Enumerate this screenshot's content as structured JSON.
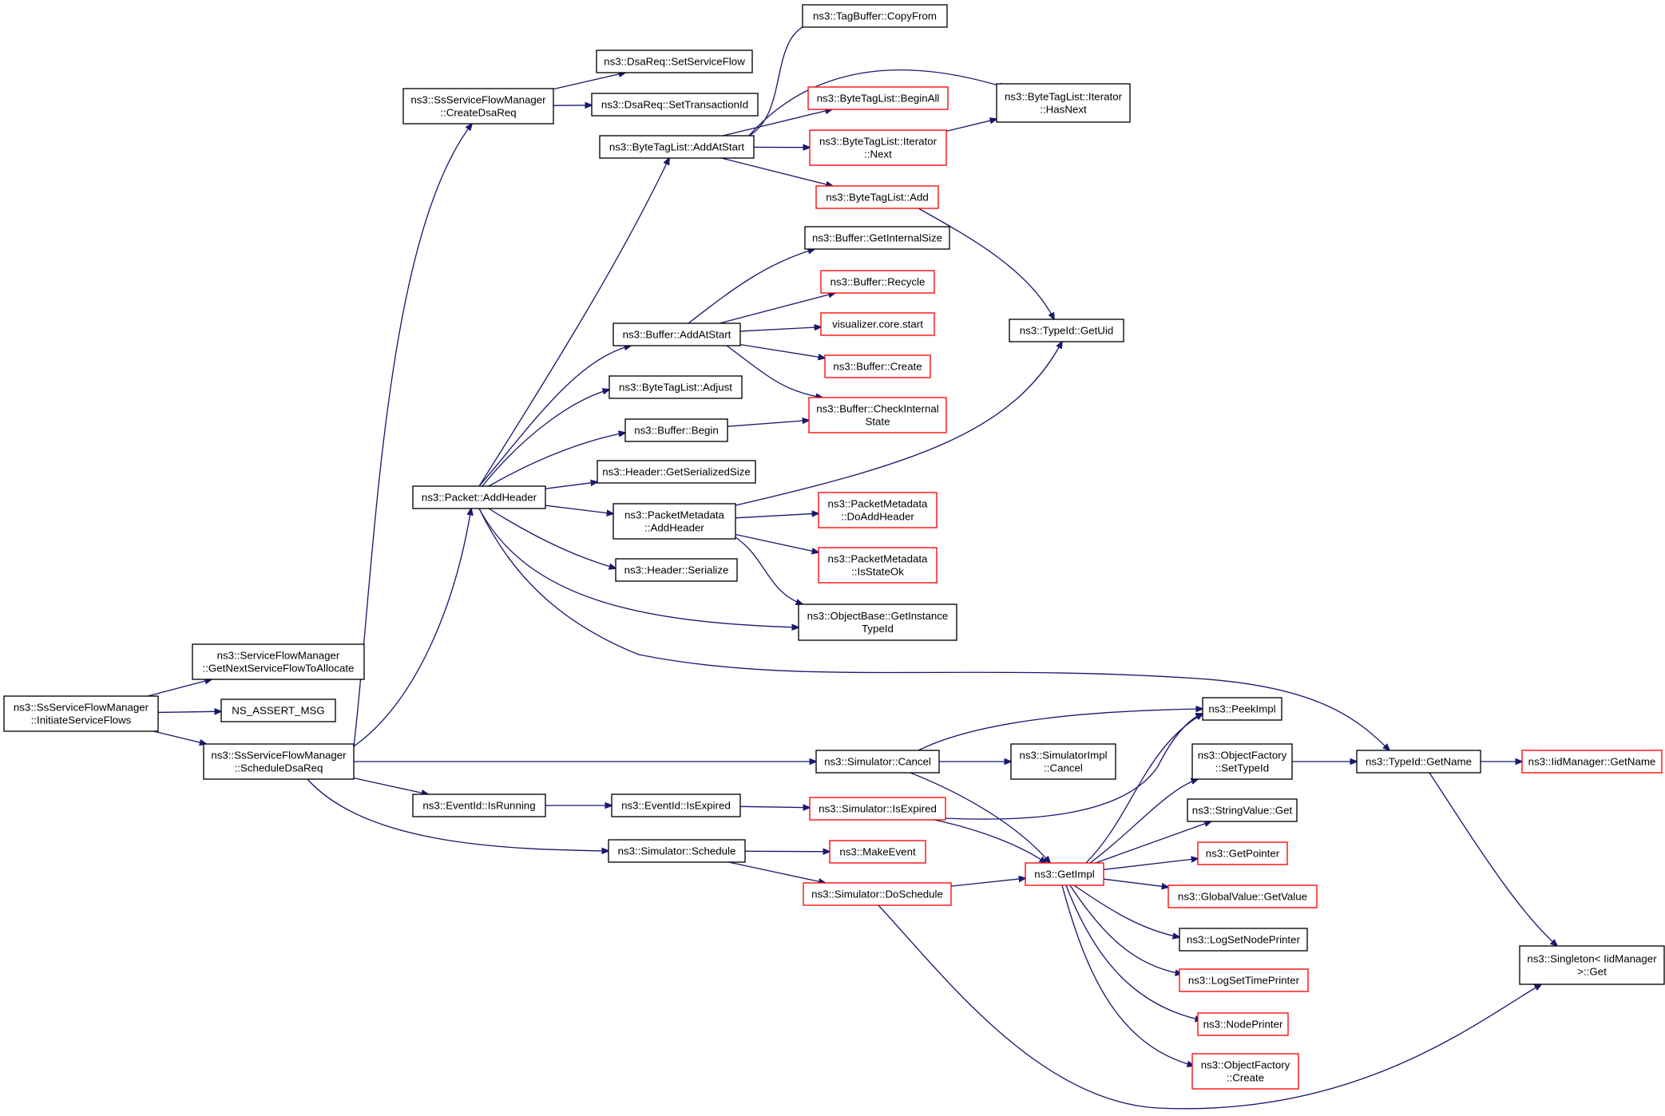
{
  "diagram": {
    "type": "call-graph",
    "colors": {
      "edge": "#191970",
      "box_stroke_normal": "#000000",
      "box_stroke_truncated": "#ff0000",
      "root_fill": "#bfbfbf",
      "text": "#000000"
    },
    "nodes": [
      {
        "id": "root",
        "lines": [
          "ns3::SsServiceFlowManager",
          "::InitiateServiceFlows"
        ],
        "style": "root"
      },
      {
        "id": "getnext",
        "lines": [
          "ns3::ServiceFlowManager",
          "::GetNextServiceFlowToAllocate"
        ],
        "style": "normal"
      },
      {
        "id": "nsassert",
        "lines": [
          "NS_ASSERT_MSG"
        ],
        "style": "normal"
      },
      {
        "id": "scheddsa",
        "lines": [
          "ns3::SsServiceFlowManager",
          "::ScheduleDsaReq"
        ],
        "style": "normal"
      },
      {
        "id": "createdsa",
        "lines": [
          "ns3::SsServiceFlowManager",
          "::CreateDsaReq"
        ],
        "style": "normal"
      },
      {
        "id": "setsf",
        "lines": [
          "ns3::DsaReq::SetServiceFlow"
        ],
        "style": "normal"
      },
      {
        "id": "settid",
        "lines": [
          "ns3::DsaReq::SetTransactionId"
        ],
        "style": "normal"
      },
      {
        "id": "addheader",
        "lines": [
          "ns3::Packet::AddHeader"
        ],
        "style": "normal"
      },
      {
        "id": "btl_addatstart",
        "lines": [
          "ns3::ByteTagList::AddAtStart"
        ],
        "style": "normal"
      },
      {
        "id": "tb_copyfrom",
        "lines": [
          "ns3::TagBuffer::CopyFrom"
        ],
        "style": "normal"
      },
      {
        "id": "btl_beginall",
        "lines": [
          "ns3::ByteTagList::BeginAll"
        ],
        "style": "truncated"
      },
      {
        "id": "btl_it_next",
        "lines": [
          "ns3::ByteTagList::Iterator",
          "::Next"
        ],
        "style": "truncated"
      },
      {
        "id": "btl_it_hasnext",
        "lines": [
          "ns3::ByteTagList::Iterator",
          "::HasNext"
        ],
        "style": "normal"
      },
      {
        "id": "btl_add",
        "lines": [
          "ns3::ByteTagList::Add"
        ],
        "style": "truncated"
      },
      {
        "id": "buf_getinternal",
        "lines": [
          "ns3::Buffer::GetInternalSize"
        ],
        "style": "normal"
      },
      {
        "id": "buf_recycle",
        "lines": [
          "ns3::Buffer::Recycle"
        ],
        "style": "truncated"
      },
      {
        "id": "viz_start",
        "lines": [
          "visualizer.core.start"
        ],
        "style": "truncated"
      },
      {
        "id": "buf_create",
        "lines": [
          "ns3::Buffer::Create"
        ],
        "style": "truncated"
      },
      {
        "id": "buf_check",
        "lines": [
          "ns3::Buffer::CheckInternal",
          "State"
        ],
        "style": "truncated"
      },
      {
        "id": "buf_addatstart",
        "lines": [
          "ns3::Buffer::AddAtStart"
        ],
        "style": "normal"
      },
      {
        "id": "btl_adjust",
        "lines": [
          "ns3::ByteTagList::Adjust"
        ],
        "style": "normal"
      },
      {
        "id": "buf_begin",
        "lines": [
          "ns3::Buffer::Begin"
        ],
        "style": "normal"
      },
      {
        "id": "hdr_getsize",
        "lines": [
          "ns3::Header::GetSerializedSize"
        ],
        "style": "normal"
      },
      {
        "id": "pm_addheader",
        "lines": [
          "ns3::PacketMetadata",
          "::AddHeader"
        ],
        "style": "normal"
      },
      {
        "id": "hdr_serialize",
        "lines": [
          "ns3::Header::Serialize"
        ],
        "style": "normal"
      },
      {
        "id": "pm_doadd",
        "lines": [
          "ns3::PacketMetadata",
          "::DoAddHeader"
        ],
        "style": "truncated"
      },
      {
        "id": "pm_isstateok",
        "lines": [
          "ns3::PacketMetadata",
          "::IsStateOk"
        ],
        "style": "truncated"
      },
      {
        "id": "ob_getinst",
        "lines": [
          "ns3::ObjectBase::GetInstance",
          "TypeId"
        ],
        "style": "normal"
      },
      {
        "id": "typeid_getuid",
        "lines": [
          "ns3::TypeId::GetUid"
        ],
        "style": "normal"
      },
      {
        "id": "typeid_getname",
        "lines": [
          "ns3::TypeId::GetName"
        ],
        "style": "normal"
      },
      {
        "id": "iid_getname",
        "lines": [
          "ns3::IidManager::GetName"
        ],
        "style": "truncated"
      },
      {
        "id": "singleton_get",
        "lines": [
          "ns3::Singleton< IidManager",
          " >::Get"
        ],
        "style": "normal"
      },
      {
        "id": "sim_cancel",
        "lines": [
          "ns3::Simulator::Cancel"
        ],
        "style": "normal"
      },
      {
        "id": "simimpl_cancel",
        "lines": [
          "ns3::SimulatorImpl",
          "::Cancel"
        ],
        "style": "normal"
      },
      {
        "id": "peekimpl",
        "lines": [
          "ns3::PeekImpl"
        ],
        "style": "normal"
      },
      {
        "id": "of_settypeid",
        "lines": [
          "ns3::ObjectFactory",
          "::SetTypeId"
        ],
        "style": "normal"
      },
      {
        "id": "eid_isrunning",
        "lines": [
          "ns3::EventId::IsRunning"
        ],
        "style": "normal"
      },
      {
        "id": "eid_isexpired",
        "lines": [
          "ns3::EventId::IsExpired"
        ],
        "style": "normal"
      },
      {
        "id": "sim_isexpired",
        "lines": [
          "ns3::Simulator::IsExpired"
        ],
        "style": "truncated"
      },
      {
        "id": "strval_get",
        "lines": [
          "ns3::StringValue::Get"
        ],
        "style": "normal"
      },
      {
        "id": "sim_schedule",
        "lines": [
          "ns3::Simulator::Schedule"
        ],
        "style": "normal"
      },
      {
        "id": "makeevent",
        "lines": [
          "ns3::MakeEvent"
        ],
        "style": "truncated"
      },
      {
        "id": "getpointer",
        "lines": [
          "ns3::GetPointer"
        ],
        "style": "truncated"
      },
      {
        "id": "getimpl",
        "lines": [
          "ns3::GetImpl"
        ],
        "style": "truncated"
      },
      {
        "id": "sim_doschedule",
        "lines": [
          "ns3::Simulator::DoSchedule"
        ],
        "style": "truncated"
      },
      {
        "id": "gv_getvalue",
        "lines": [
          "ns3::GlobalValue::GetValue"
        ],
        "style": "truncated"
      },
      {
        "id": "logsetnode",
        "lines": [
          "ns3::LogSetNodePrinter"
        ],
        "style": "normal"
      },
      {
        "id": "logsettime",
        "lines": [
          "ns3::LogSetTimePrinter"
        ],
        "style": "truncated"
      },
      {
        "id": "nodeprinter",
        "lines": [
          "ns3::NodePrinter"
        ],
        "style": "truncated"
      },
      {
        "id": "of_create",
        "lines": [
          "ns3::ObjectFactory",
          "::Create"
        ],
        "style": "truncated"
      }
    ],
    "edges": [
      {
        "from": "root",
        "to": "getnext"
      },
      {
        "from": "root",
        "to": "nsassert"
      },
      {
        "from": "root",
        "to": "scheddsa"
      },
      {
        "from": "scheddsa",
        "to": "createdsa"
      },
      {
        "from": "scheddsa",
        "to": "addheader"
      },
      {
        "from": "scheddsa",
        "to": "sim_cancel"
      },
      {
        "from": "scheddsa",
        "to": "eid_isrunning"
      },
      {
        "from": "scheddsa",
        "to": "sim_schedule"
      },
      {
        "from": "createdsa",
        "to": "setsf"
      },
      {
        "from": "createdsa",
        "to": "settid"
      },
      {
        "from": "addheader",
        "to": "btl_addatstart"
      },
      {
        "from": "addheader",
        "to": "buf_addatstart"
      },
      {
        "from": "addheader",
        "to": "btl_adjust"
      },
      {
        "from": "addheader",
        "to": "buf_begin"
      },
      {
        "from": "addheader",
        "to": "hdr_getsize"
      },
      {
        "from": "addheader",
        "to": "pm_addheader"
      },
      {
        "from": "addheader",
        "to": "hdr_serialize"
      },
      {
        "from": "addheader",
        "to": "ob_getinst"
      },
      {
        "from": "addheader",
        "to": "typeid_getname"
      },
      {
        "from": "btl_addatstart",
        "to": "tb_copyfrom"
      },
      {
        "from": "btl_addatstart",
        "to": "btl_it_hasnext"
      },
      {
        "from": "btl_addatstart",
        "to": "btl_beginall"
      },
      {
        "from": "btl_addatstart",
        "to": "btl_it_next"
      },
      {
        "from": "btl_addatstart",
        "to": "btl_add"
      },
      {
        "from": "btl_it_next",
        "to": "btl_it_hasnext"
      },
      {
        "from": "btl_add",
        "to": "typeid_getuid"
      },
      {
        "from": "buf_addatstart",
        "to": "buf_getinternal"
      },
      {
        "from": "buf_addatstart",
        "to": "buf_recycle"
      },
      {
        "from": "buf_addatstart",
        "to": "viz_start"
      },
      {
        "from": "buf_addatstart",
        "to": "buf_create"
      },
      {
        "from": "buf_addatstart",
        "to": "buf_check"
      },
      {
        "from": "buf_begin",
        "to": "buf_check"
      },
      {
        "from": "pm_addheader",
        "to": "typeid_getuid"
      },
      {
        "from": "pm_addheader",
        "to": "pm_doadd"
      },
      {
        "from": "pm_addheader",
        "to": "pm_isstateok"
      },
      {
        "from": "pm_addheader",
        "to": "ob_getinst"
      },
      {
        "from": "typeid_getname",
        "to": "iid_getname"
      },
      {
        "from": "typeid_getname",
        "to": "singleton_get"
      },
      {
        "from": "sim_cancel",
        "to": "simimpl_cancel"
      },
      {
        "from": "sim_cancel",
        "to": "peekimpl"
      },
      {
        "from": "sim_cancel",
        "to": "getimpl"
      },
      {
        "from": "eid_isrunning",
        "to": "eid_isexpired"
      },
      {
        "from": "eid_isexpired",
        "to": "sim_isexpired"
      },
      {
        "from": "sim_isexpired",
        "to": "peekimpl"
      },
      {
        "from": "sim_isexpired",
        "to": "getimpl"
      },
      {
        "from": "sim_schedule",
        "to": "makeevent"
      },
      {
        "from": "sim_schedule",
        "to": "sim_doschedule"
      },
      {
        "from": "sim_doschedule",
        "to": "getimpl"
      },
      {
        "from": "sim_doschedule",
        "to": "singleton_get"
      },
      {
        "from": "of_settypeid",
        "to": "typeid_getname"
      },
      {
        "from": "getimpl",
        "to": "peekimpl"
      },
      {
        "from": "getimpl",
        "to": "of_settypeid"
      },
      {
        "from": "getimpl",
        "to": "strval_get"
      },
      {
        "from": "getimpl",
        "to": "getpointer"
      },
      {
        "from": "getimpl",
        "to": "gv_getvalue"
      },
      {
        "from": "getimpl",
        "to": "logsetnode"
      },
      {
        "from": "getimpl",
        "to": "logsettime"
      },
      {
        "from": "getimpl",
        "to": "nodeprinter"
      },
      {
        "from": "getimpl",
        "to": "of_create"
      }
    ]
  }
}
